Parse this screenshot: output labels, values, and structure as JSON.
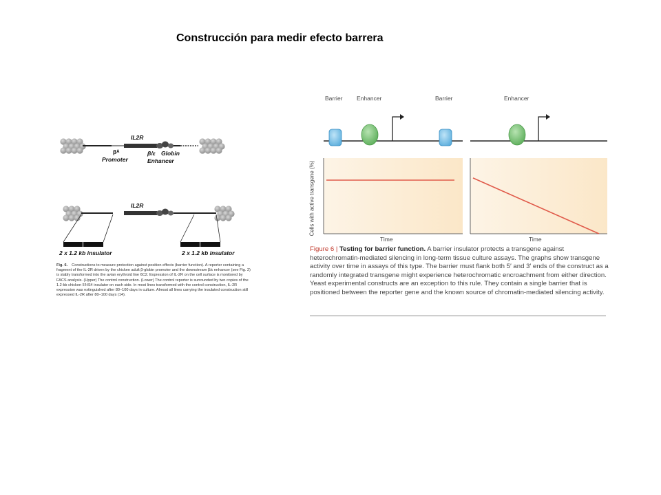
{
  "slide": {
    "title": "Construcción para medir efecto barrera"
  },
  "left_figure": {
    "gene_top": "IL2R",
    "gene_bottom": "IL2R",
    "promoter_beta": "βᴬ",
    "promoter_label": "Promoter",
    "enhancer_beta": "β/ε",
    "enhancer_label1": "Globin",
    "enhancer_label2": "Enhancer",
    "insulator_left": "2 x 1.2 kb  insulator",
    "insulator_right": "2 x 1.2 kb  insulator",
    "caption_tag": "Fig. 6.",
    "caption_text": "Constructions to measure protection against position effects (barrier function). A reporter containing a fragment of the IL-2R driven by the chicken adult β-globin promoter and the downstream β/ε enhancer (see Fig. 2) is stably transformed into the avian erythroid line 6C2. Expression of IL-2R on the cell surface is monitored by FACS analysis. (Upper) The control construction. (Lower) The control reporter is surrounded by two copies of the 1.2-kb chicken 5′HS4 insulator on each side. In most lines transformed with the control construction, IL-2R expression was extinguished after 80–100 days in culture. Almost all lines carrying the insulated construction still expressed IL-2R after 80–100 days (14)."
  },
  "right_figure": {
    "hdr_barrier_1": "Barrier",
    "hdr_enhancer_1": "Enhancer",
    "hdr_barrier_2": "Barrier",
    "hdr_enhancer_2": "Enhancer",
    "time_left": "Time",
    "time_right": "Time",
    "y_axis": "Cells with active transgene (%)",
    "caption_num": "Figure 6 |",
    "caption_head": "Testing for barrier function.",
    "caption_text": "A barrier insulator protects a transgene against heterochromatin-mediated silencing in long-term tissue culture assays. The graphs show transgene activity over time in assays of this type. The barrier must flank both 5′ and 3′ ends of the construct as a randomly integrated transgene might experience heterochromatic encroachment from either direction. Yeast experimental constructs are an exception to this rule. They contain a single barrier that is positioned between the reporter gene and the known source of chromatin-mediated silencing activity."
  },
  "colors": {
    "line_red": "#e05a4a",
    "barrier_blue": "#7fc4ea",
    "enhancer_green": "#7cc47a",
    "panel_fill": "#fdf1df"
  },
  "chart_data": [
    {
      "type": "line",
      "title": "",
      "xlabel": "Time",
      "ylabel": "Cells with active transgene (%)",
      "series": [
        {
          "x": [
            0,
            1
          ],
          "values": [
            0.75,
            0.75
          ]
        }
      ],
      "ylim": [
        0,
        1
      ]
    },
    {
      "type": "line",
      "title": "",
      "xlabel": "Time",
      "ylabel": "",
      "series": [
        {
          "x": [
            0,
            1
          ],
          "values": [
            0.78,
            0.0
          ]
        }
      ],
      "ylim": [
        0,
        1
      ]
    }
  ]
}
